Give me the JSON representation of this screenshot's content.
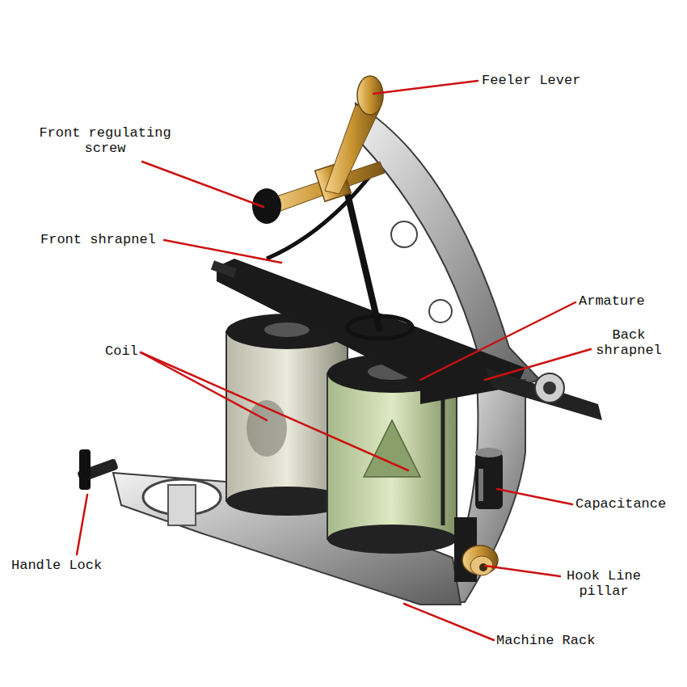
{
  "diagram": {
    "labels": [
      "Feeler Lever",
      "Front regulating screw",
      "Front shrapnel",
      "Armature",
      "Back shrapnel",
      "Coil",
      "Capacitance",
      "Hook Line pillar",
      "Handle Lock",
      "Machine Rack"
    ]
  }
}
